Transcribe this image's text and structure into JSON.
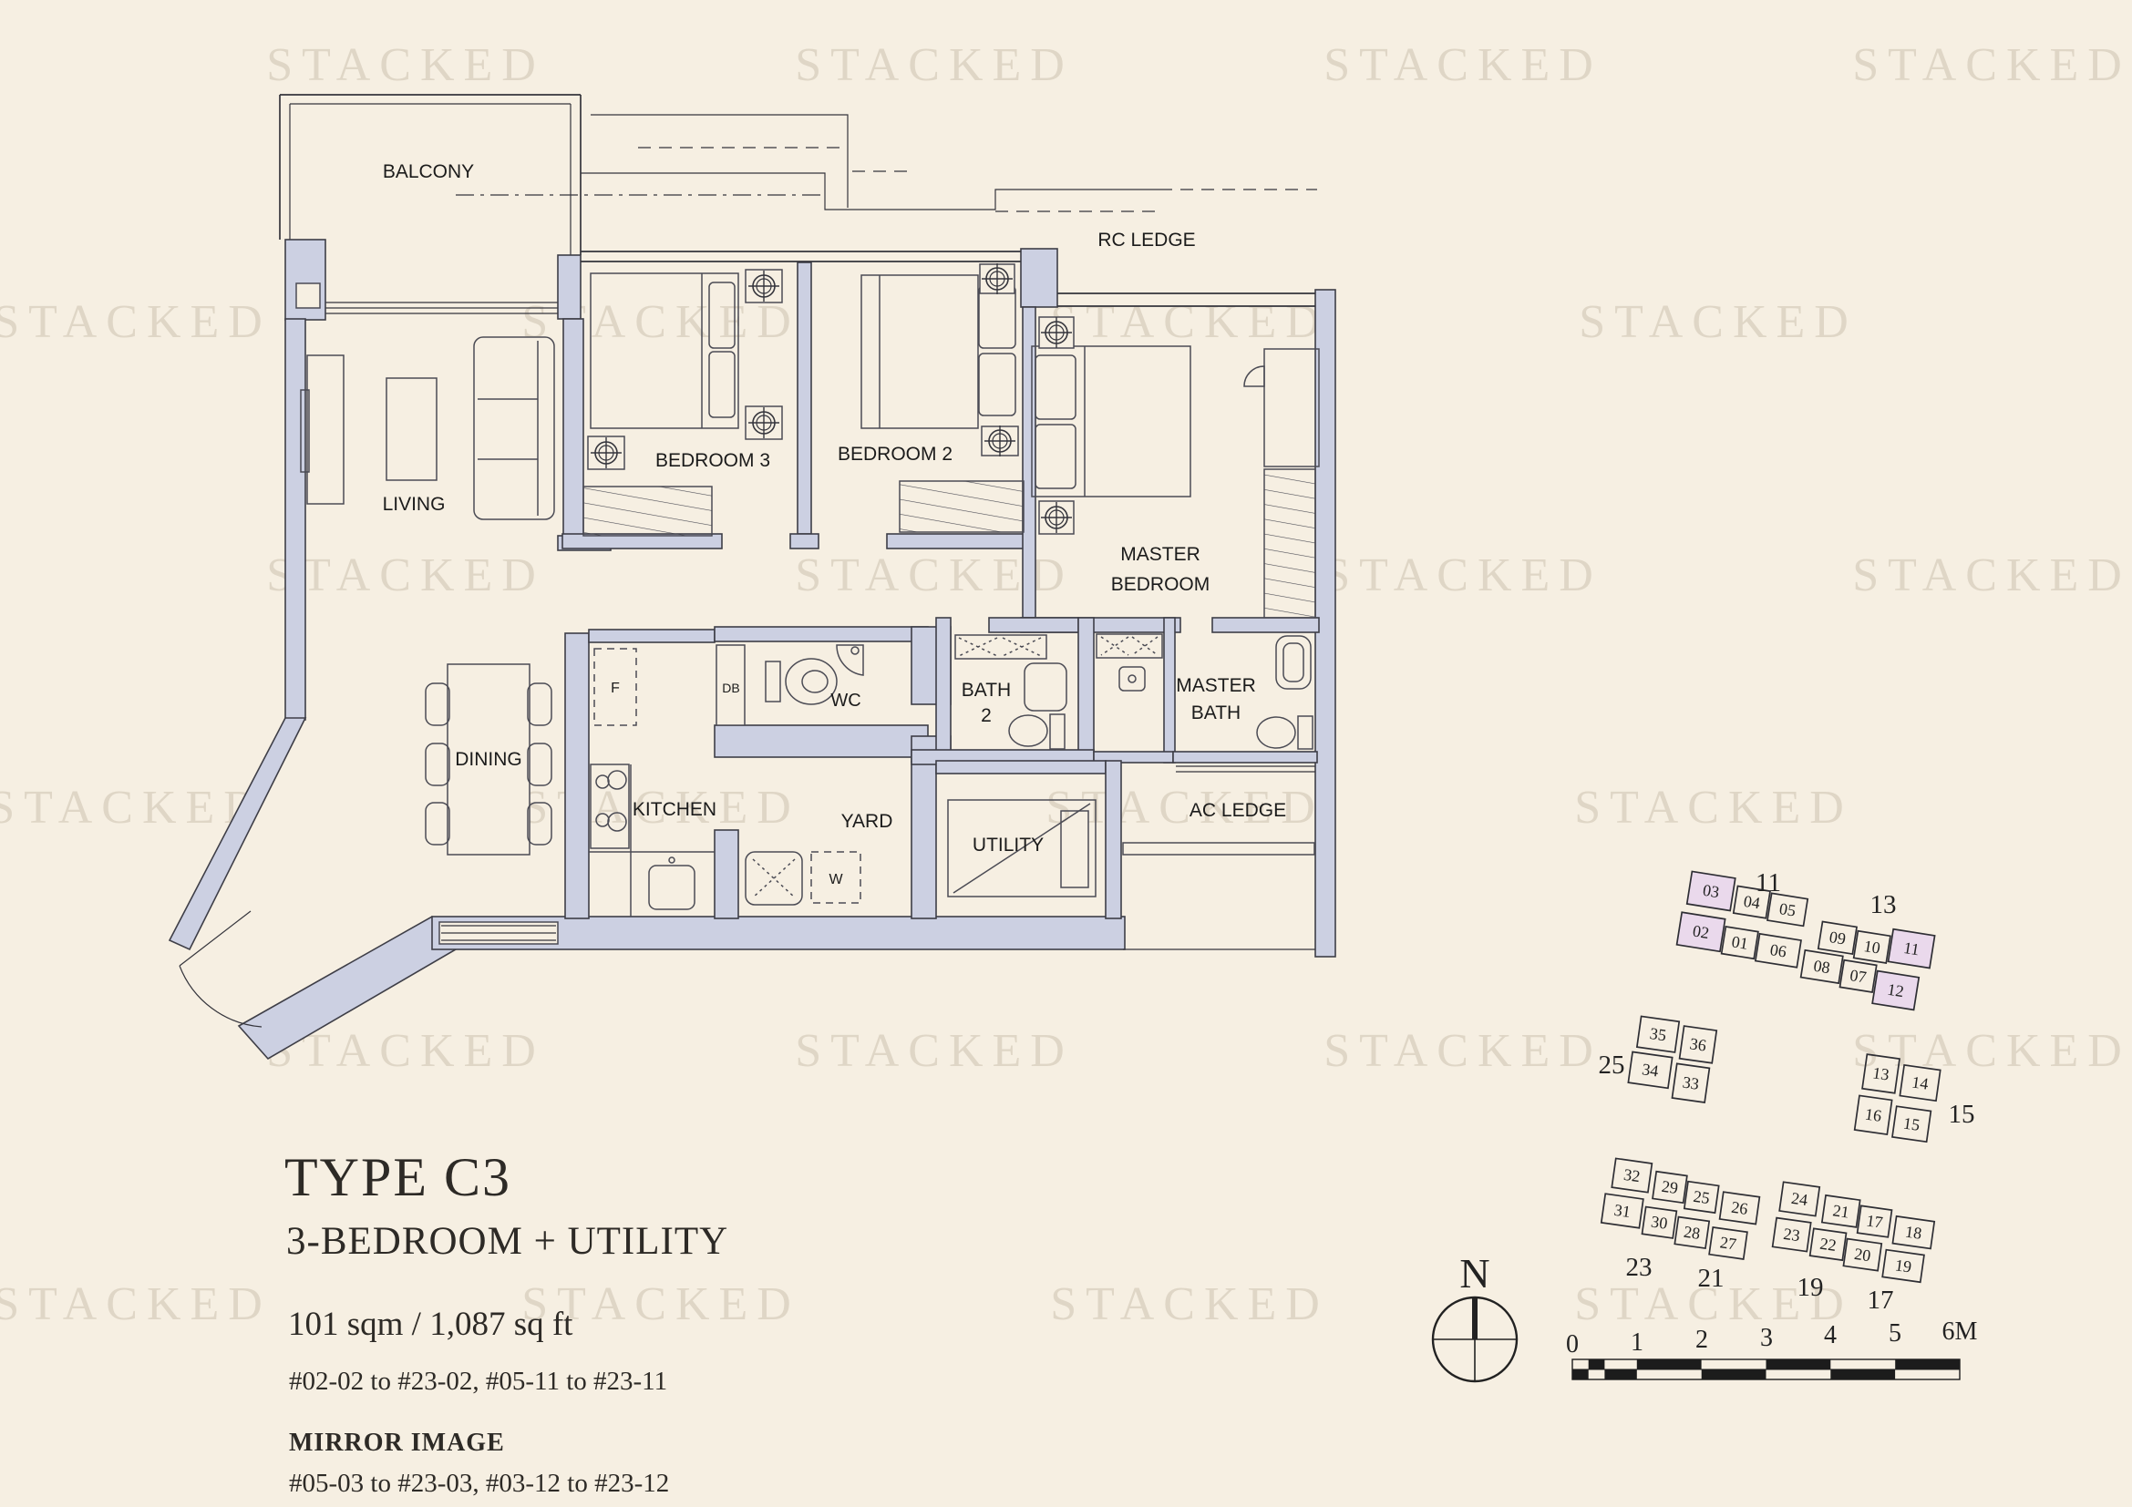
{
  "watermark": {
    "text": "STACKED"
  },
  "plan": {
    "balcony": "BALCONY",
    "living": "LIVING",
    "bedroom3": "BEDROOM 3",
    "bedroom2": "BEDROOM 2",
    "master_1": "MASTER",
    "master_2": "BEDROOM",
    "rc_ledge": "RC LEDGE",
    "ac_ledge": "AC LEDGE",
    "dining": "DINING",
    "kitchen": "KITCHEN",
    "yard": "YARD",
    "utility": "UTILITY",
    "wc": "WC",
    "db": "DB",
    "fridge": "F",
    "washer": "W",
    "bath2_1": "BATH",
    "bath2_2": "2",
    "mbath_1": "MASTER",
    "mbath_2": "BATH"
  },
  "info": {
    "type": "TYPE C3",
    "config": "3-BEDROOM + UTILITY",
    "area": "101 sqm / 1,087 sq ft",
    "stacks": "#02-02 to #23-02, #05-11 to #23-11",
    "mirror_title": "MIRROR IMAGE",
    "mirror_stacks": "#05-03 to #23-03, #03-12 to #23-12"
  },
  "siteplan": {
    "highlight_color": "#ead9ec",
    "blocks": [
      {
        "label": "11",
        "units": [
          {
            "no": "03",
            "hl": true
          },
          {
            "no": "04"
          },
          {
            "no": "05"
          },
          {
            "no": "02",
            "hl": true
          },
          {
            "no": "01"
          },
          {
            "no": "06"
          }
        ]
      },
      {
        "label": "13",
        "units": [
          {
            "no": "09"
          },
          {
            "no": "10"
          },
          {
            "no": "11",
            "hl": true
          },
          {
            "no": "08"
          },
          {
            "no": "07"
          },
          {
            "no": "12",
            "hl": true
          }
        ]
      },
      {
        "label": "25",
        "units": [
          {
            "no": "35"
          },
          {
            "no": "36"
          },
          {
            "no": "34"
          },
          {
            "no": "33"
          }
        ]
      },
      {
        "label": "15",
        "units": [
          {
            "no": "13"
          },
          {
            "no": "14"
          },
          {
            "no": "16"
          },
          {
            "no": "15"
          }
        ]
      },
      {
        "label": "23",
        "label2": "21",
        "units": [
          {
            "no": "32"
          },
          {
            "no": "29"
          },
          {
            "no": "25"
          },
          {
            "no": "26"
          },
          {
            "no": "31"
          },
          {
            "no": "30"
          },
          {
            "no": "28"
          },
          {
            "no": "27"
          }
        ]
      },
      {
        "label": "19",
        "label2": "17",
        "units": [
          {
            "no": "24"
          },
          {
            "no": "21"
          },
          {
            "no": "17"
          },
          {
            "no": "18"
          },
          {
            "no": "23"
          },
          {
            "no": "22"
          },
          {
            "no": "20"
          },
          {
            "no": "19"
          }
        ]
      }
    ]
  },
  "compass": {
    "label": "N"
  },
  "scalebar": {
    "ticks": [
      "0",
      "1",
      "2",
      "3",
      "4",
      "5",
      "6M"
    ]
  }
}
